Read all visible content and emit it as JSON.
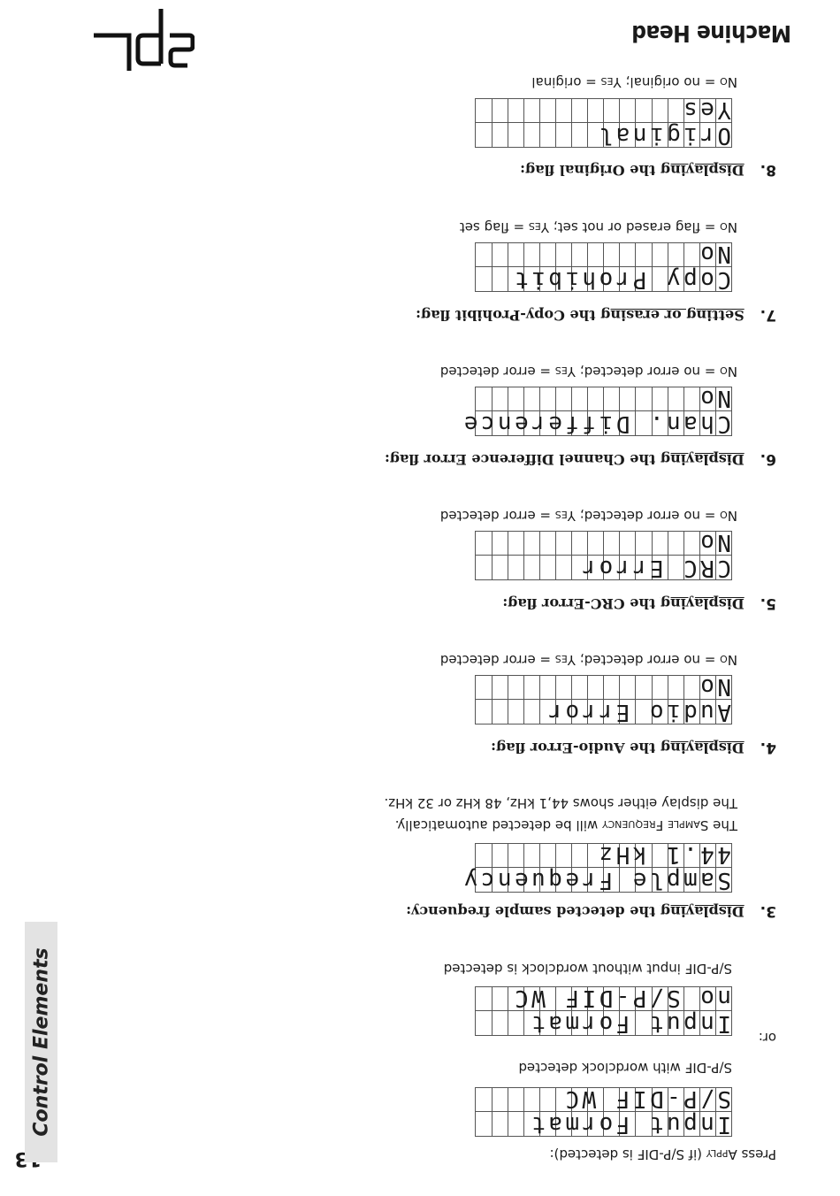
{
  "page": {
    "number": "13",
    "title": "Machine Head",
    "side_tab": "Control Elements"
  },
  "intro": {
    "press_prefix": "Press ",
    "apply": "Apply",
    "press_suffix": " (if S/P-DIF is detected):"
  },
  "displays": [
    {
      "lines": [
        "Input Format",
        "S/P-DIF WC"
      ]
    },
    {
      "lines": [
        "Input Format",
        "no S/P-DIF WC"
      ]
    },
    {
      "lines": [
        "Sample Frequency",
        "44.1 kHz"
      ]
    },
    {
      "lines": [
        "Audio Error",
        "No"
      ]
    },
    {
      "lines": [
        "CRC Error",
        "No"
      ]
    },
    {
      "lines": [
        "Chan. Difference",
        "No"
      ]
    },
    {
      "lines": [
        "Copy Prohibit",
        "No"
      ]
    },
    {
      "lines": [
        "Original",
        "Yes"
      ]
    }
  ],
  "captions": {
    "wc": "S/P-DIF  with wordclock detected",
    "or": "or:",
    "no_wc": "S/P-DIF input without wordclock is detected",
    "sf_1a": "The ",
    "sf_1b": "Sample Frequency",
    "sf_1c": " will be detected automatically.",
    "sf_2": "The display either shows 44,1 kHz, 48 kHz or 32 kHz."
  },
  "sections": [
    {
      "number": "3.",
      "underlined": "Displaying",
      "rest": " the detected sample frequency:"
    },
    {
      "number": "4.",
      "underlined": "Displaying",
      "rest": " the Audio-Error flag:",
      "note_no": "No",
      "note_mid": " = no error detected; ",
      "note_yes": "Yes",
      "note_end": " = error detected"
    },
    {
      "number": "5.",
      "underlined": "Displaying",
      "rest": " the CRC-Error flag:",
      "note_no": "No",
      "note_mid": " = no error detected; ",
      "note_yes": "Yes",
      "note_end": " = error detected"
    },
    {
      "number": "6.",
      "underlined": "Displaying",
      "rest": " the Channel Difference Error flag:",
      "note_no": "No",
      "note_mid": " = no error detected; ",
      "note_yes": "Yes",
      "note_end": " = error detected"
    },
    {
      "number": "7.",
      "underlined": "Setting or erasing",
      "rest": " the Copy-Prohibit flag:",
      "note_no": "No",
      "note_mid": " = flag erased or not set; ",
      "note_yes": "Yes",
      "note_end": " = flag set"
    },
    {
      "number": "8.",
      "underlined": "Displaying",
      "rest": " the Original flag:",
      "note_no": "No",
      "note_mid": " = no original; ",
      "note_yes": "Yes",
      "note_end": " = original"
    }
  ]
}
